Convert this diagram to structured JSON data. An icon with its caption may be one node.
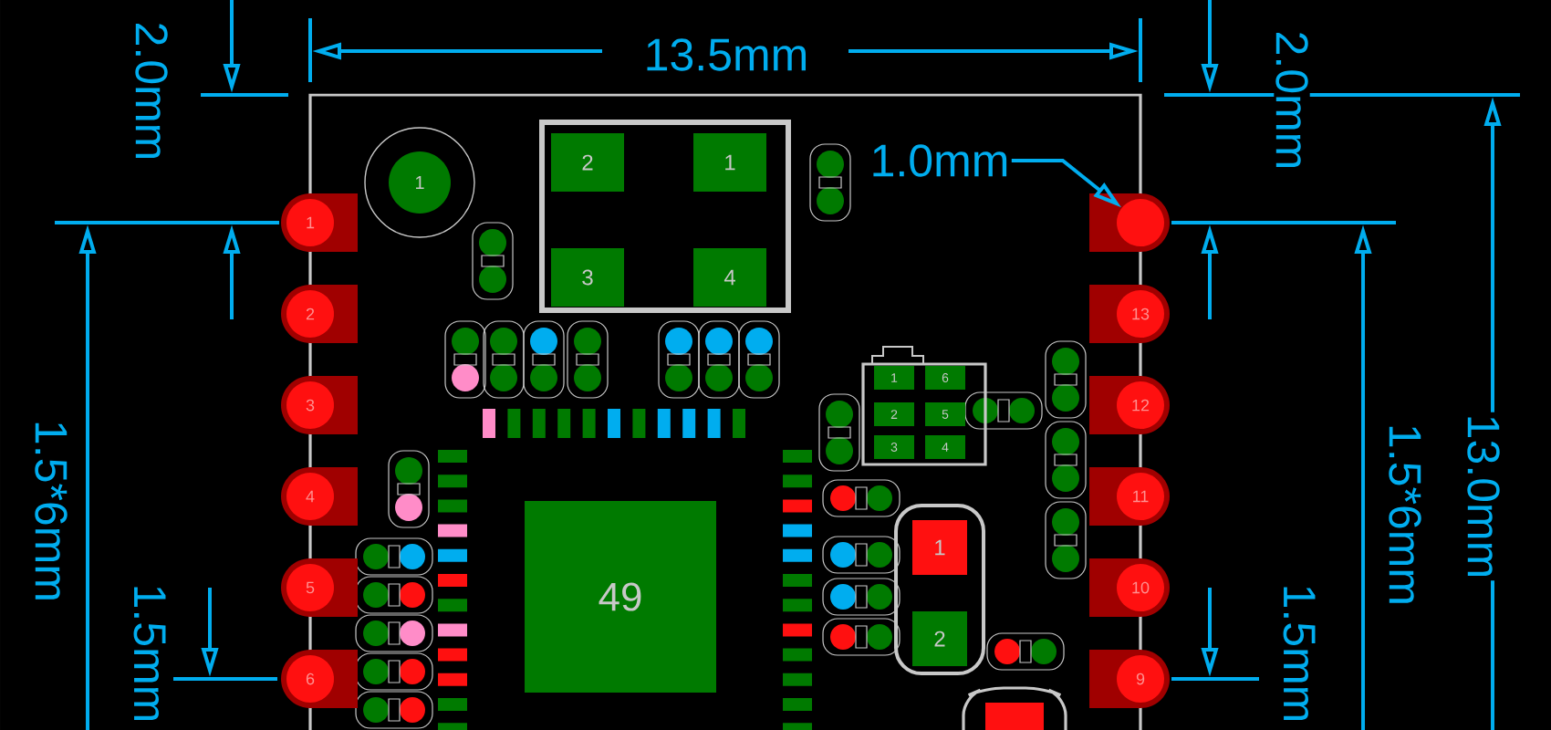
{
  "diagram": {
    "nodes": [
      {
        "text": [
          "1"
        ]
      },
      {
        "text": [
          "2"
        ]
      },
      {
        "text": [
          "3"
        ]
      },
      {
        "text": [
          "4"
        ]
      },
      {
        "text": [
          "5"
        ]
      },
      {
        "text": [
          "6"
        ]
      },
      {
        "text": [],
        "shape": "circle"
      },
      {
        "text": [
          "13"
        ]
      },
      {
        "text": [
          "12"
        ]
      },
      {
        "text": [
          "11"
        ]
      },
      {
        "text": [
          "10"
        ]
      },
      {
        "text": [
          "9"
        ]
      },
      {
        "text": [
          "1"
        ]
      },
      {
        "text": [],
        "shape": "box"
      },
      {
        "text": [
          "2"
        ],
        "in": 13
      },
      {
        "text": [
          "1"
        ],
        "in": 13
      },
      {
        "text": [
          "3"
        ],
        "in": 13
      },
      {
        "text": [
          "4"
        ],
        "in": 13
      },
      {
        "text": [],
        "shape": "box"
      },
      {
        "text": [
          "1"
        ],
        "in": 18
      },
      {
        "text": [
          "6"
        ],
        "in": 18
      },
      {
        "text": [
          "2"
        ],
        "in": 18
      },
      {
        "text": [
          "5"
        ],
        "in": 18
      },
      {
        "text": [
          "3"
        ],
        "in": 18
      },
      {
        "text": [
          "4"
        ],
        "in": 18
      },
      {
        "text": [
          "49"
        ]
      },
      {
        "text": [],
        "shape": "box"
      },
      {
        "text": [
          "1"
        ],
        "in": 26
      },
      {
        "text": [
          "2"
        ],
        "in": 26
      },
      {
        "text": [
          "1.0mm"
        ]
      }
    ],
    "edges": [
      {
        "from": 29,
        "to": 6,
        "arrow": "to"
      }
    ],
    "labels": [
      "2.0mm",
      "13.5mm",
      "2.0mm",
      "1.5*6mm",
      "1.5*6mm",
      "13.0mm",
      "1.5mm",
      "1.5mm"
    ]
  }
}
